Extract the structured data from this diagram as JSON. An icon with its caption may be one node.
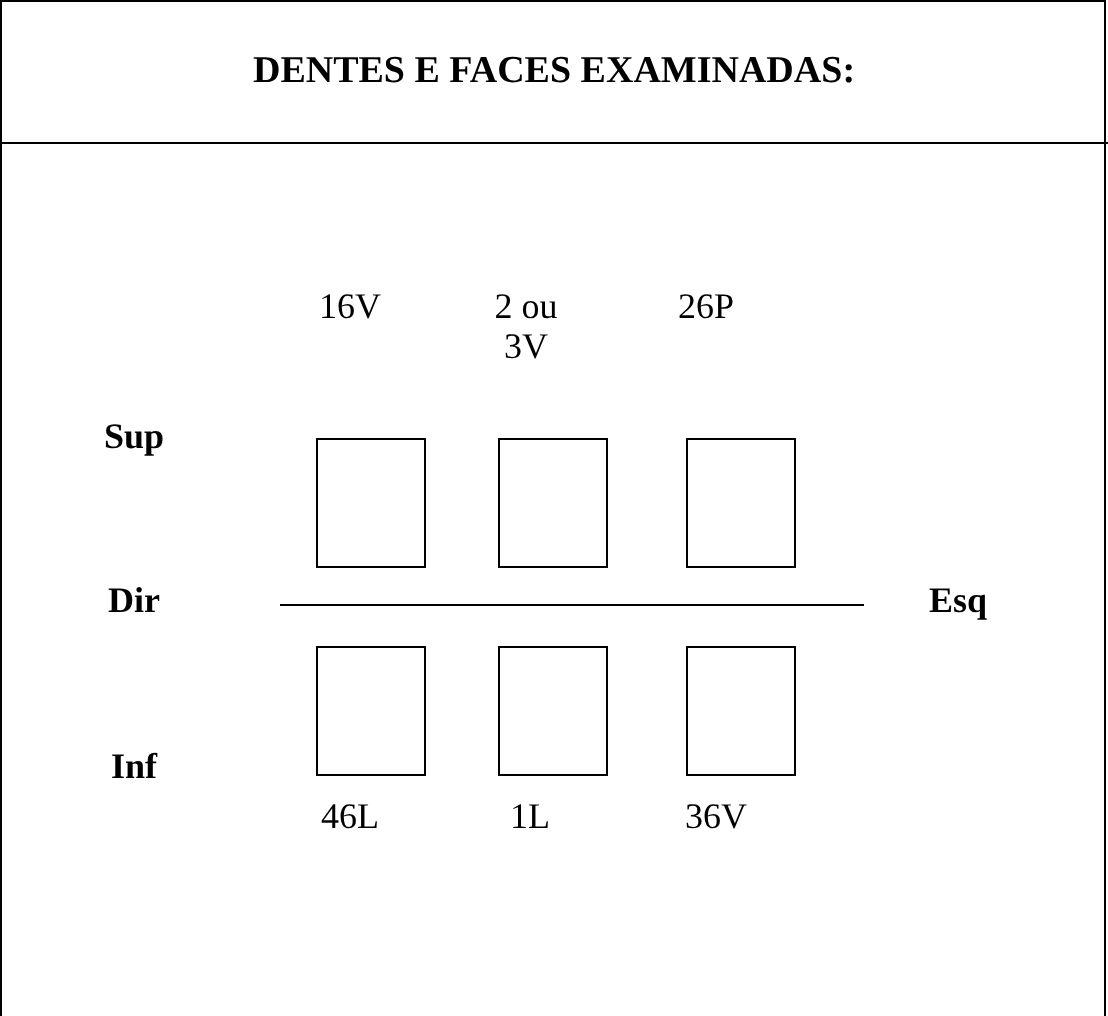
{
  "diagram": {
    "title": "DENTES E FACES EXAMINADAS:",
    "nodes": [
      {
        "text": [],
        "shape": "box"
      },
      {
        "text": [],
        "shape": "box"
      },
      {
        "text": [],
        "shape": "box"
      },
      {
        "text": [],
        "shape": "box"
      },
      {
        "text": [],
        "shape": "box"
      },
      {
        "text": [],
        "shape": "box"
      }
    ],
    "labels": [
      "16V",
      "2 ou 3V",
      "26P",
      "Sup",
      "Dir",
      "Esq",
      "Inf",
      "46L",
      "1L",
      "36V"
    ]
  }
}
